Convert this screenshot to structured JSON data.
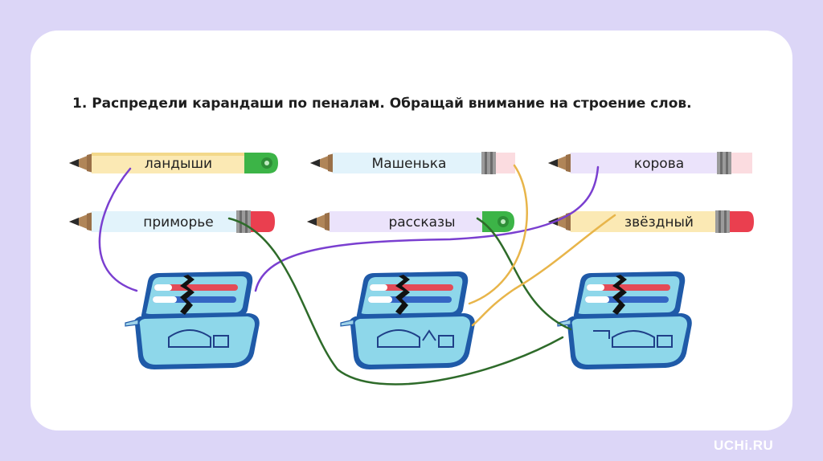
{
  "task": {
    "title": "1. Распредели карандаши по пеналам. Обращай внимание на строение слов."
  },
  "pencils": [
    {
      "word": "ландыши",
      "body_color": "#fbe9b4",
      "end": "eraser-green"
    },
    {
      "word": "Машенька",
      "body_color": "#e2f3fb",
      "end": "ferrule-pink"
    },
    {
      "word": "корова",
      "body_color": "#ebe3fb",
      "end": "ferrule-pink"
    },
    {
      "word": "приморье",
      "body_color": "#e2f3fb",
      "end": "eraser-red"
    },
    {
      "word": "рассказы",
      "body_color": "#ebe3fb",
      "end": "eraser-green"
    },
    {
      "word": "звёздный",
      "body_color": "#fbe9b4",
      "end": "eraser-red"
    }
  ],
  "pencil_cases": [
    {
      "scheme": "root-ending"
    },
    {
      "scheme": "root-suffix-ending"
    },
    {
      "scheme": "prefix-root-ending"
    }
  ],
  "connections": [
    {
      "word": "ландыши",
      "case": 1,
      "color": "#7a3fd0"
    },
    {
      "word": "корова",
      "case": 1,
      "color": "#7a3fd0"
    },
    {
      "word": "приморье",
      "case": 3,
      "color": "#2e6b2a"
    },
    {
      "word": "рассказы",
      "case": 3,
      "color": "#2e6b2a"
    },
    {
      "word": "Машенька",
      "case": 2,
      "color": "#e8b54a"
    },
    {
      "word": "звёздный",
      "case": 2,
      "color": "#e8b54a"
    }
  ],
  "brand": "UCHi.RU"
}
